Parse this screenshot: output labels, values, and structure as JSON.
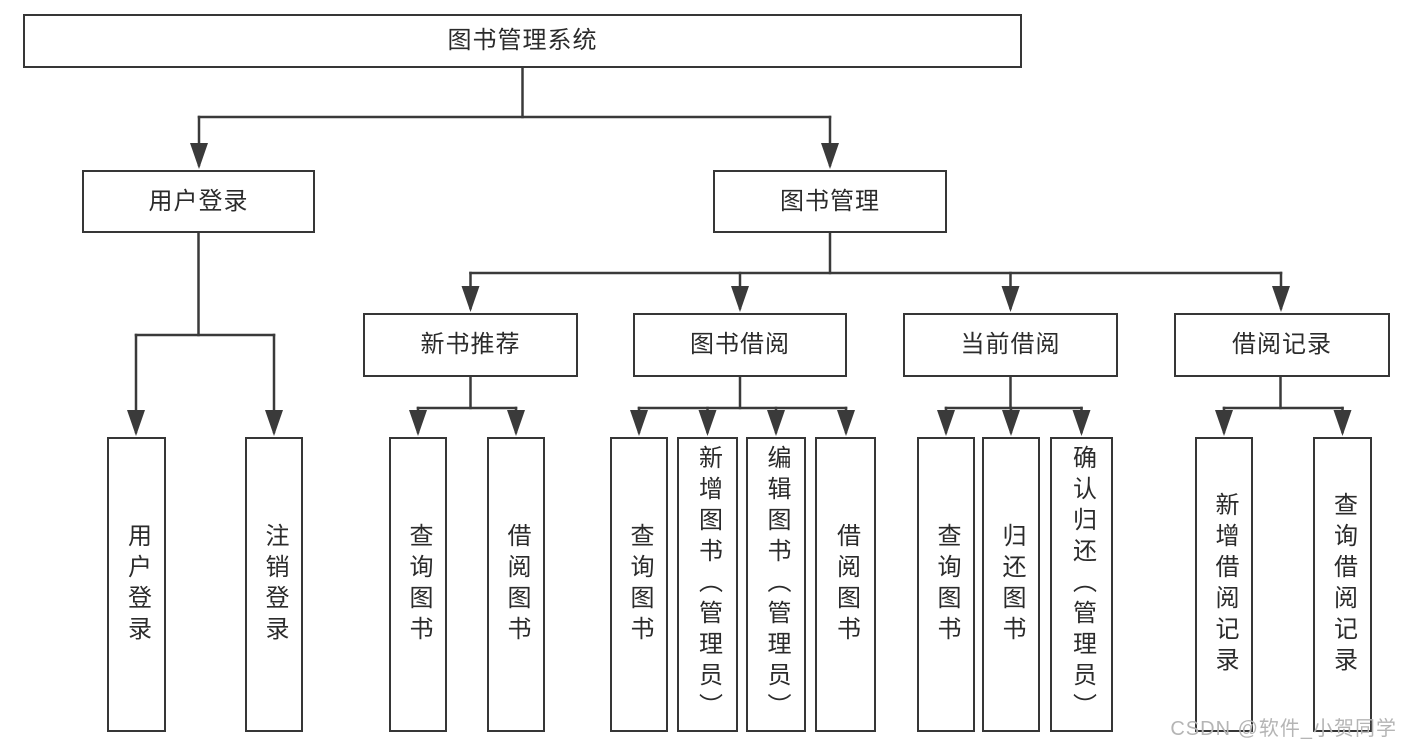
{
  "root": {
    "label": "图书管理系统"
  },
  "login": {
    "label": "用户登录",
    "children": [
      {
        "label": "用户登录"
      },
      {
        "label": "注销登录"
      }
    ]
  },
  "management": {
    "label": "图书管理",
    "modules": [
      {
        "label": "新书推荐",
        "children": [
          {
            "label": "查询图书"
          },
          {
            "label": "借阅图书"
          }
        ]
      },
      {
        "label": "图书借阅",
        "children": [
          {
            "label": "查询图书"
          },
          {
            "label": "新增图书（管理员）"
          },
          {
            "label": "编辑图书（管理员）"
          },
          {
            "label": "借阅图书"
          }
        ]
      },
      {
        "label": "当前借阅",
        "children": [
          {
            "label": "查询图书"
          },
          {
            "label": "归还图书"
          },
          {
            "label": "确认归还（管理员）"
          }
        ]
      },
      {
        "label": "借阅记录",
        "children": [
          {
            "label": "新增借阅记录"
          },
          {
            "label": "查询借阅记录"
          }
        ]
      }
    ]
  },
  "watermark": "CSDN @软件_小贺同学",
  "colors": {
    "line": "#3a3a3a",
    "text": "#2b2b2b",
    "watermark": "#b5b5b5",
    "background": "#ffffff"
  }
}
